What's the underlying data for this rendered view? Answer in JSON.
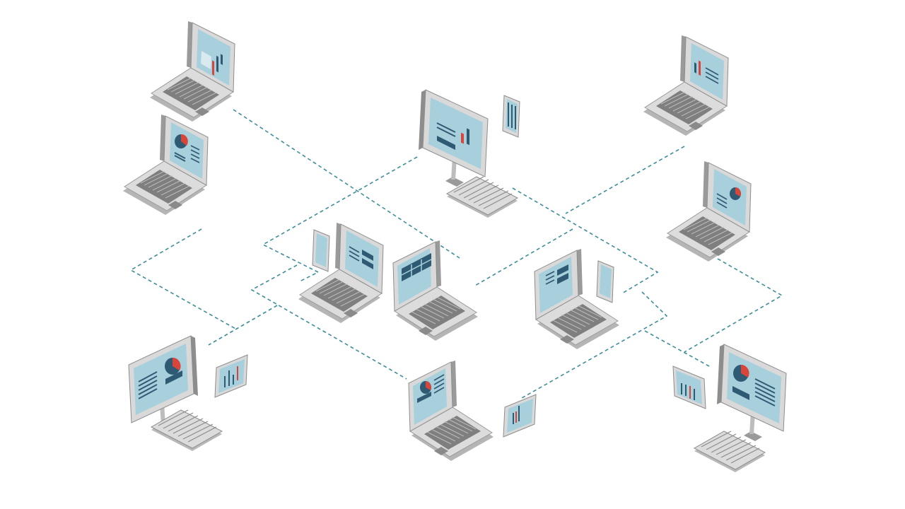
{
  "colors": {
    "background": "#ffffff",
    "link": "#3e8e98",
    "device_body": "#d6d6d6",
    "device_edge": "#8d8d8d",
    "device_shadow": "#b7b7b7",
    "screen": "#a8cfdc",
    "screen_detail": "#2f5a73",
    "accent": "#d8453b"
  },
  "devices": [
    {
      "id": "laptop-top-left",
      "kind": "laptop",
      "screen_content": "bar-chart"
    },
    {
      "id": "laptop-left",
      "kind": "laptop",
      "screen_content": "pie-chart"
    },
    {
      "id": "desktop-top-center",
      "kind": "desktop",
      "screen_content": "bar-chart",
      "companion": "tablet"
    },
    {
      "id": "laptop-top-right",
      "kind": "laptop",
      "screen_content": "bar-chart"
    },
    {
      "id": "laptop-right",
      "kind": "laptop",
      "screen_content": "pie-chart"
    },
    {
      "id": "laptop-center-left",
      "kind": "laptop",
      "screen_content": "text-blocks",
      "companion": "tablet"
    },
    {
      "id": "laptop-center",
      "kind": "laptop",
      "screen_content": "grid"
    },
    {
      "id": "laptop-center-right",
      "kind": "laptop",
      "screen_content": "text-blocks",
      "companion": "tablet"
    },
    {
      "id": "desktop-bottom-left",
      "kind": "desktop",
      "screen_content": "pie-chart",
      "companion": "tablet"
    },
    {
      "id": "laptop-bottom-center",
      "kind": "laptop",
      "screen_content": "pie-chart",
      "companion": "tablet"
    },
    {
      "id": "desktop-bottom-right",
      "kind": "desktop",
      "screen_content": "pie-chart",
      "companion": "tablet"
    }
  ]
}
